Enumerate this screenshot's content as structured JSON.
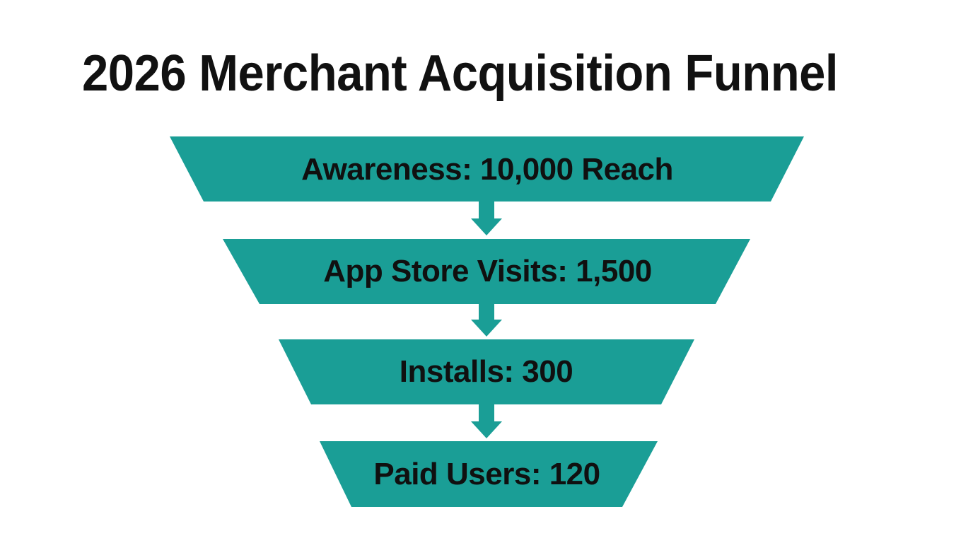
{
  "chart_data": {
    "type": "funnel",
    "title": "2026 Merchant Acquisition Funnel",
    "xlabel": "",
    "ylabel": "",
    "orientation": "vertical",
    "grid": false,
    "legend": "none",
    "background_color": "#FFFFFF",
    "segment_color": "#1A9E96",
    "connector_color": "#1A9E96",
    "label_color": "#101010",
    "title_color": "#111111",
    "stages": [
      {
        "label": "Awareness: 10,000 Reach",
        "name": "Awareness",
        "value": 10000,
        "value_text": "10,000",
        "unit": "Reach"
      },
      {
        "label": "App Store Visits: 1,500",
        "name": "App Store Visits",
        "value": 1500,
        "value_text": "1,500",
        "unit": ""
      },
      {
        "label": "Installs: 300",
        "name": "Installs",
        "value": 300,
        "value_text": "300",
        "unit": ""
      },
      {
        "label": "Paid Users: 120",
        "name": "Paid Users",
        "value": 120,
        "value_text": "120",
        "unit": ""
      }
    ],
    "connectors": [
      {
        "from": "Awareness",
        "to": "App Store Visits",
        "icon": "arrow-down-icon"
      },
      {
        "from": "App Store Visits",
        "to": "Installs",
        "icon": "arrow-down-icon"
      },
      {
        "from": "Installs",
        "to": "Paid Users",
        "icon": "arrow-down-icon"
      }
    ]
  },
  "title": {
    "text": "2026 Merchant Acquisition Funnel"
  },
  "stages": {
    "one": "Awareness: 10,000 Reach",
    "two": "App Store Visits: 1,500",
    "three": "Installs: 300",
    "four": "Paid Users: 120"
  }
}
